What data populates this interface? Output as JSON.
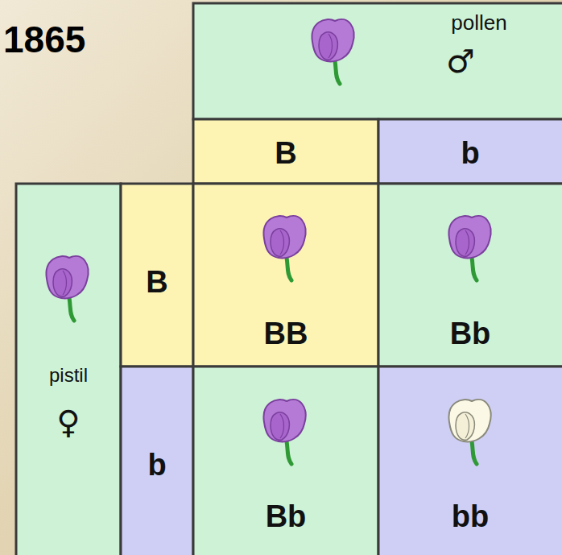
{
  "diagram": {
    "title": "1865",
    "nodes": [
      {
        "text": [
          "pollen",
          "♂"
        ]
      },
      {
        "text": [
          "B"
        ]
      },
      {
        "text": [
          "b"
        ]
      },
      {
        "text": [
          "pistil",
          "♀"
        ]
      },
      {
        "text": [
          "B"
        ]
      },
      {
        "text": [
          "b"
        ]
      },
      {
        "text": [
          "BB"
        ]
      },
      {
        "text": [
          "Bb"
        ]
      },
      {
        "text": [
          "Bb"
        ]
      },
      {
        "text": [
          "bb"
        ]
      }
    ]
  }
}
